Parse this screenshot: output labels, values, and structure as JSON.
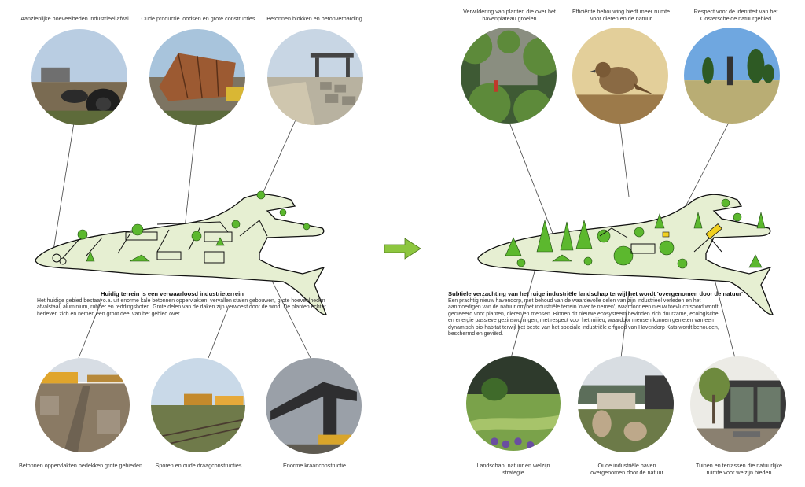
{
  "left": {
    "top_captions": [
      "Aanzienlijke hoeveelheden industrieel afval",
      "Oude productie loodsen en grote constructies",
      "Betonnen blokken en betonverharding"
    ],
    "bottom_captions": [
      "Betonnen oppervlakten bedekken grote gebieden",
      "Sporen en oude draagconstructies",
      "Enorme kraanconstructie"
    ],
    "heading": "Huidig terrein is een verwaarloosd industrieterrein",
    "paragraph": "Het huidige gebied bestaat o.a. uit enorme kale betonnen oppervlakten, vervallen stalen gebouwen, grote hoeveelheden afvalstaal, aluminium, rubber en reddingsboten. Grote delen van de daken zijn verwoest door de wind. De planten echter herleven zich en nemen een groot deel van het gebied over."
  },
  "right": {
    "top_captions": [
      "Verwildering van planten die over het havenplateau groeien",
      "Efficiënte bebouwing biedt meer ruimte voor dieren en de natuur",
      "Respect voor de identiteit van het Oosterschelde natuurgebied"
    ],
    "bottom_captions": [
      "Landschap, natuur en welzijn strategie",
      "Oude industriële haven overgenomen door de natuur",
      "Tuinen en terrassen die natuurlijke ruimte voor welzijn bieden"
    ],
    "heading": "Subtiele verzachting van het ruige industriële landschap terwijl het wordt 'overgenomen door de natuur'",
    "paragraph": "Een prachtig nieuw havendorp, met behoud van de waardevolle delen van zijn industrieel verleden en het aanmoedigen van de natuur om het industriële terrein 'over te nemen', waardoor een nieuw toevluchtsoord wordt gecreëerd voor planten, dieren en mensen. Binnen dit nieuwe ecosysteem bevinden zich duurzame, ecologische en energie passieve gezinswoningen, met respect voor het milieu, waardoor mensen kunnen genieten van een dynamisch bio-habitat terwijl het beste van het speciale industriële erfgoed van Havendorp Kats wordt behouden, beschermd en geviërd."
  },
  "colors": {
    "arrow": "#8dc63f",
    "plant": "#5cb82e",
    "sketch_fill": "#e6efd2",
    "line": "#444444"
  }
}
